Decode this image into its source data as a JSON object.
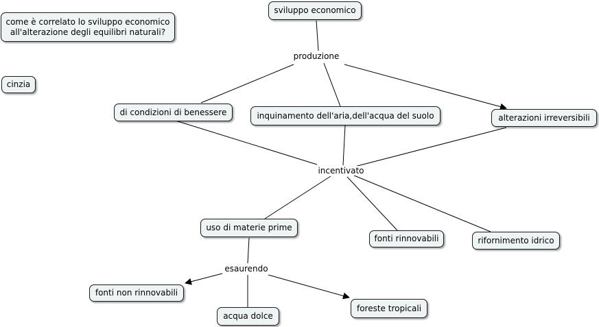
{
  "nodes": {
    "question": "come è correlato lo sviluppo economico\nall'alterazione degli equilibri naturali?",
    "author": "cinzia",
    "sviluppo": "sviluppo economico",
    "benessere": "di condizioni di benessere",
    "inquinamento": "inquinamento dell'aria,dell'acqua del suolo",
    "alterazioni": "alterazioni irreversibili",
    "materie": "uso di materie prime",
    "fonti_rinn": "fonti rinnovabili",
    "idrico": "rifornimento idrico",
    "fonti_non": "fonti non rinnovabili",
    "acqua": "acqua dolce",
    "foreste": "foreste tropicali"
  },
  "phrases": {
    "produzione": "produzione",
    "incentivato": "incentivato",
    "esaurendo": "esaurendo"
  }
}
